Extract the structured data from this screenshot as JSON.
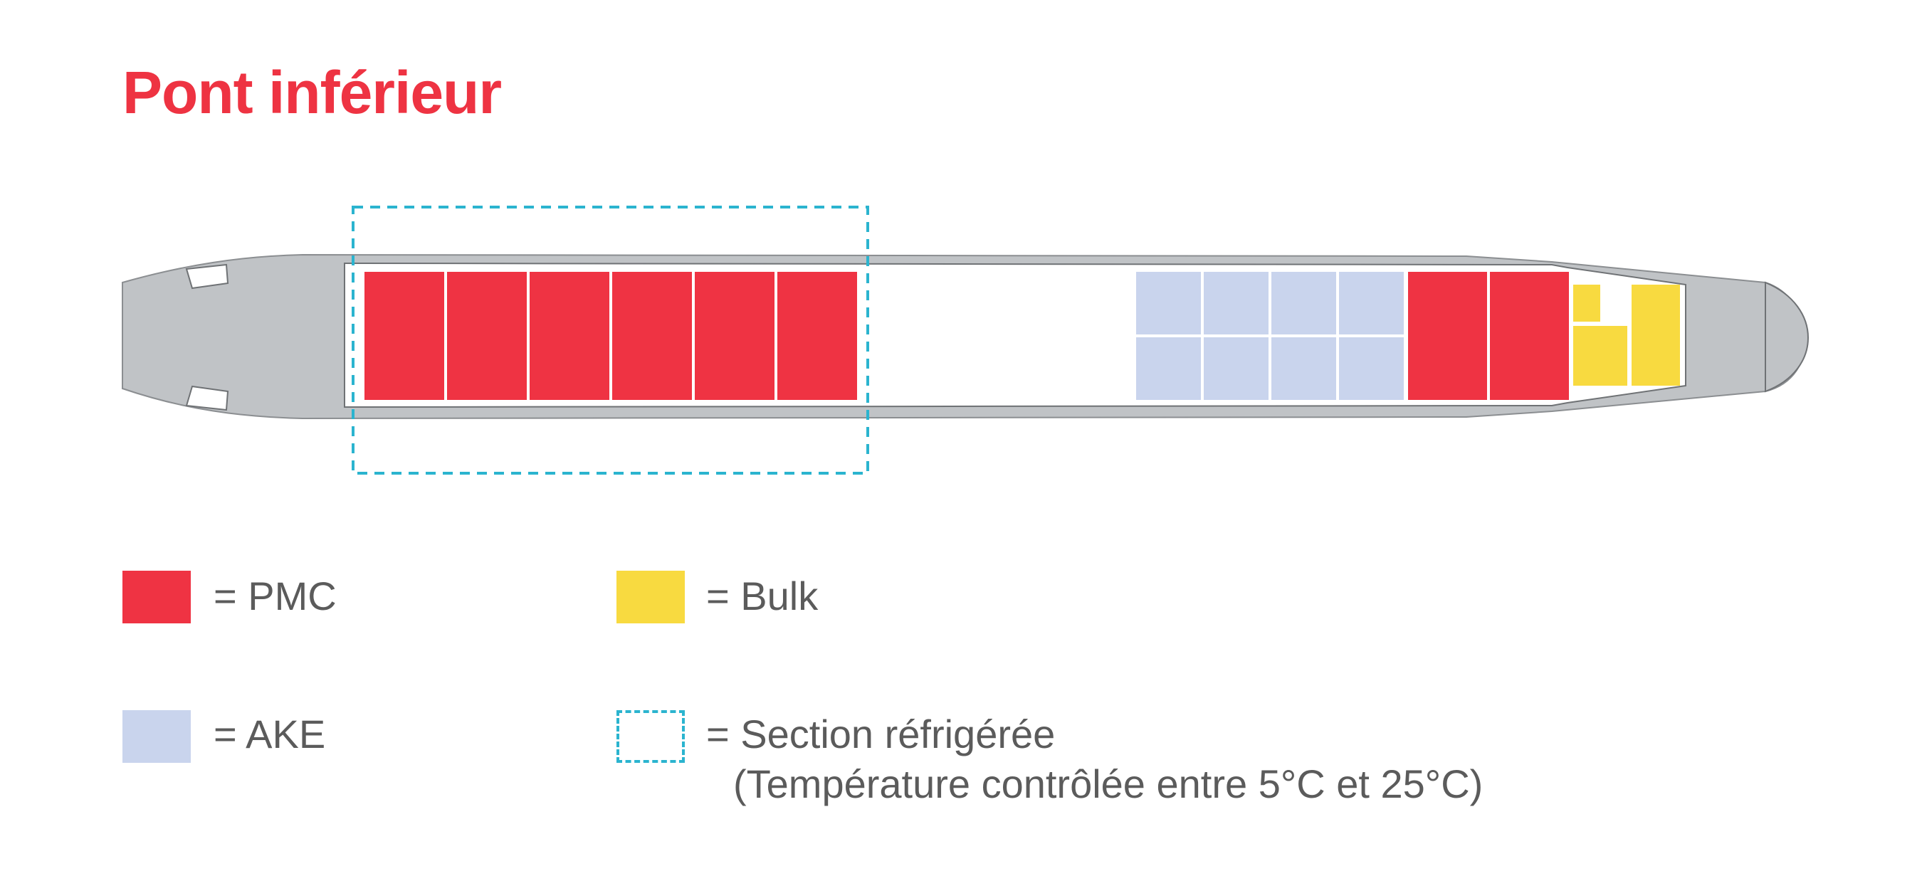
{
  "title": "Pont inférieur",
  "colors": {
    "title": "#ee3342",
    "pmc": "#ef3343",
    "ake": "#c9d4ed",
    "bulk": "#f8da40",
    "refrigerated_border": "#2bb4cf",
    "fuselage": "#c0c3c6",
    "text": "#5b5b5b"
  },
  "hold": {
    "forward_pmc_count": 6,
    "ake_columns": 4,
    "ake_rows": 2,
    "aft_pmc_count": 2,
    "bulk_blocks": 3
  },
  "legend": [
    {
      "key": "pmc",
      "label": "= PMC",
      "swatch": "solid"
    },
    {
      "key": "bulk",
      "label": "= Bulk",
      "swatch": "solid"
    },
    {
      "key": "ake",
      "label": "= AKE",
      "swatch": "solid"
    },
    {
      "key": "refrigerated",
      "label": "= Section réfrigérée",
      "sub": "(Température contrôlée entre 5°C et 25°C)",
      "swatch": "dashed"
    }
  ]
}
